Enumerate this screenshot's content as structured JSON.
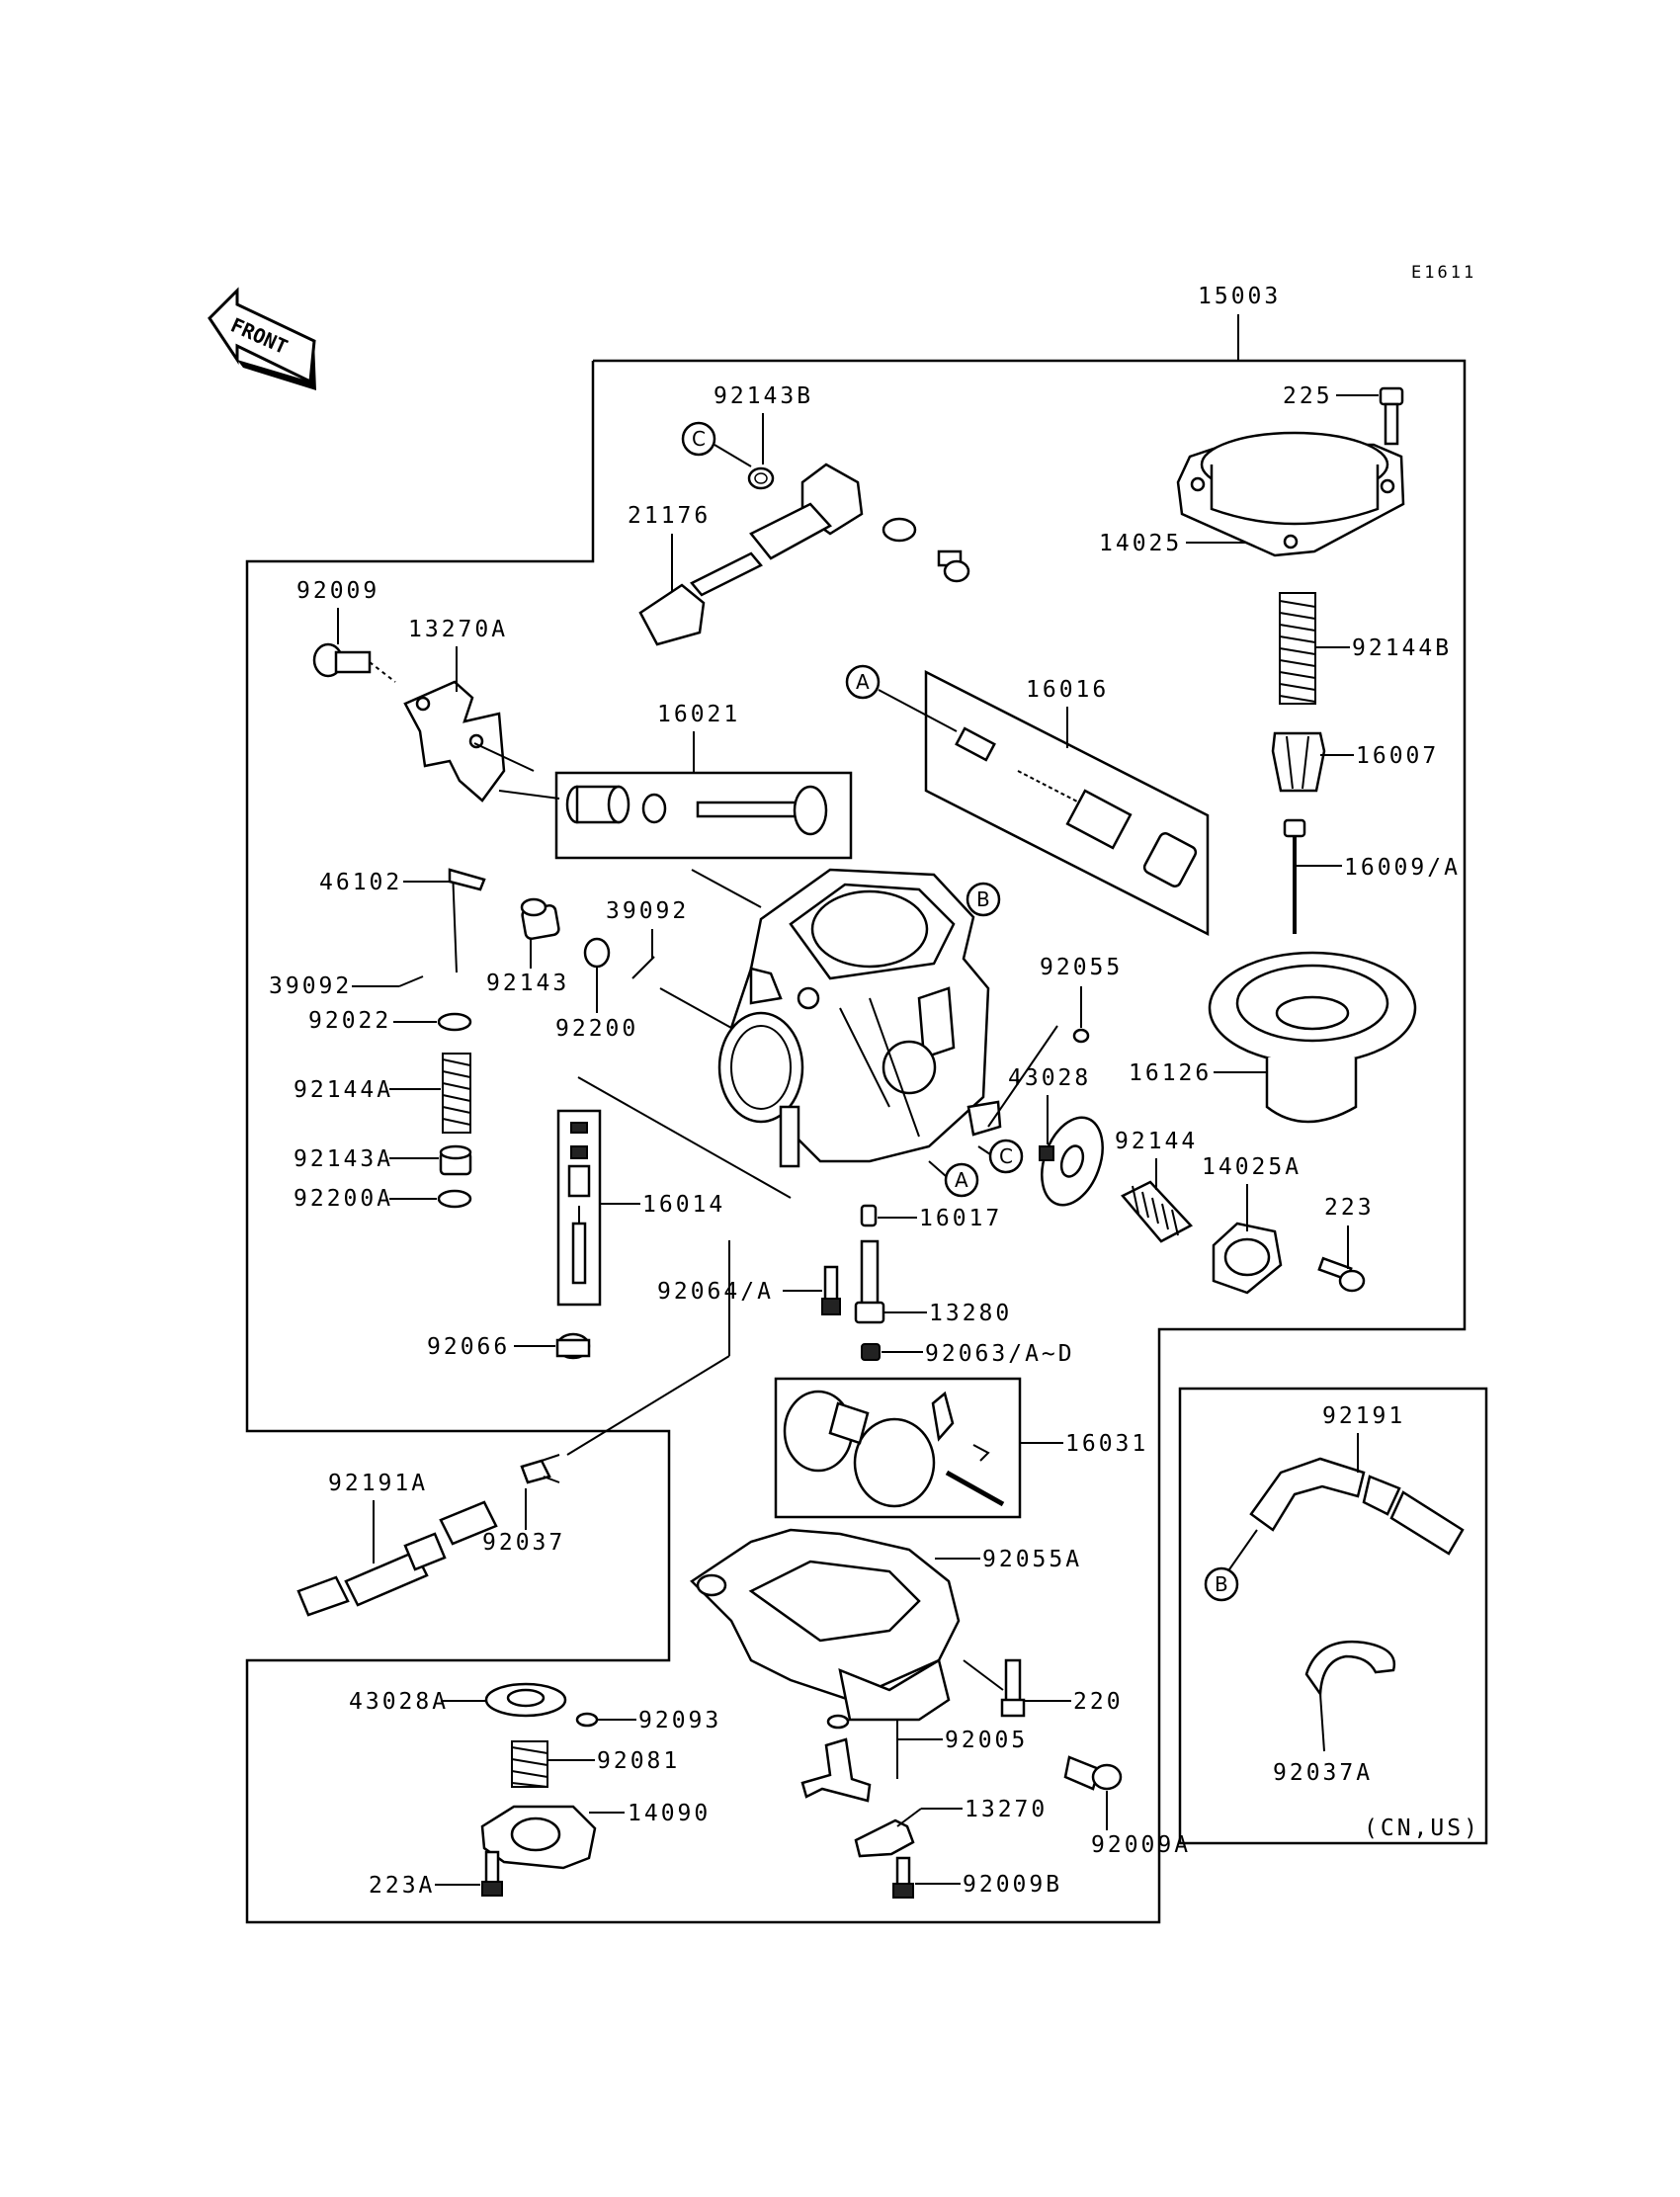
{
  "diagram_code": "E1611",
  "front_label": "FRONT",
  "assembly_number": "15003",
  "region_note": "(CN,US)",
  "callouts": [
    "A",
    "B",
    "C"
  ],
  "part_labels": {
    "p225": "225",
    "p14025": "14025",
    "p92144B": "92144B",
    "p16007": "16007",
    "p16009A": "16009/A",
    "p16126": "16126",
    "p92143B": "92143B",
    "p21176": "21176",
    "p92009": "92009",
    "p13270A": "13270A",
    "p16021": "16021",
    "p16016": "16016",
    "p46102": "46102",
    "p39092a": "39092",
    "p39092b": "39092",
    "p92143": "92143",
    "p92200": "92200",
    "p92022": "92022",
    "p92144A": "92144A",
    "p92143A": "92143A",
    "p92200A": "92200A",
    "p16014": "16014",
    "p92055": "92055",
    "p43028": "43028",
    "p92144": "92144",
    "p14025A": "14025A",
    "p223": "223",
    "p16017": "16017",
    "p92064A": "92064/A",
    "p13280": "13280",
    "p92063A": "92063/A~D",
    "p92066": "92066",
    "p16031": "16031",
    "p92191A": "92191A",
    "p92037": "92037",
    "p92055A": "92055A",
    "p220": "220",
    "p43028A": "43028A",
    "p92093": "92093",
    "p92081": "92081",
    "p14090": "14090",
    "p223A": "223A",
    "p92005": "92005",
    "p13270": "13270",
    "p92009A": "92009A",
    "p92009B": "92009B",
    "p92191": "92191",
    "p92037A": "92037A"
  }
}
